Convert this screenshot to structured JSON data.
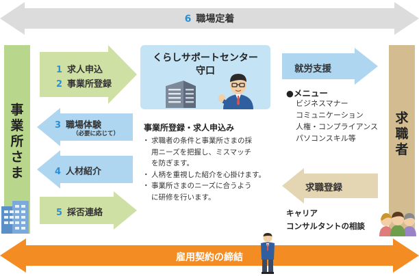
{
  "top_arrow": {
    "number": "6",
    "label": "職場定着"
  },
  "bottom_arrow": {
    "label": "雇用契約の締結"
  },
  "left_column": {
    "label_lines": [
      "事",
      "業",
      "所",
      "さ",
      "ま"
    ]
  },
  "right_column": {
    "label_lines": [
      "求",
      "職",
      "者"
    ]
  },
  "center": {
    "title_lines": [
      "くらしサポートセンター",
      "守口"
    ],
    "description_title": "事業所登録・求人申込み",
    "description_items": [
      [
        "求職者の条件と事業所さまの採",
        "用ニーズを把握し、ミスマッチ",
        "を防ぎます。"
      ],
      [
        "人柄を重視した紹介を心掛けます。"
      ],
      [
        "事業所さまのニーズに合うよう",
        "に研修を行います。"
      ]
    ]
  },
  "left_arrows": {
    "step1": {
      "items": [
        {
          "number": "1",
          "label": "求人申込"
        },
        {
          "number": "2",
          "label": "事業所登録"
        }
      ]
    },
    "step3": {
      "number": "3",
      "label": "職場体験",
      "note": "（必要に応じて）"
    },
    "step4": {
      "number": "4",
      "label": "人材紹介"
    },
    "step5": {
      "number": "5",
      "label": "採否連絡"
    }
  },
  "right_arrows": {
    "support": {
      "label": "就労支援"
    },
    "registration": {
      "label": "求職登録"
    }
  },
  "menu": {
    "title": "●メニュー",
    "items": [
      "ビジネスマナー",
      "コミュニケーション",
      "人権・コンプライアンス",
      "パソコンスキル等"
    ]
  },
  "career": {
    "lines": [
      "キャリア",
      "コンサルタントの相談"
    ]
  },
  "colors": {
    "gray_arrow": "#dcdcdc",
    "orange_arrow": "#f28c23",
    "green_arrow": "#cfe0a4",
    "blue_arrow": "#aed6f1",
    "tan_arrow": "#e4d5b3",
    "left_column": "#b9d78c",
    "right_column": "#d3bc8f",
    "center_box": "#c4e3f4",
    "number_blue": "#2b8fd6"
  }
}
